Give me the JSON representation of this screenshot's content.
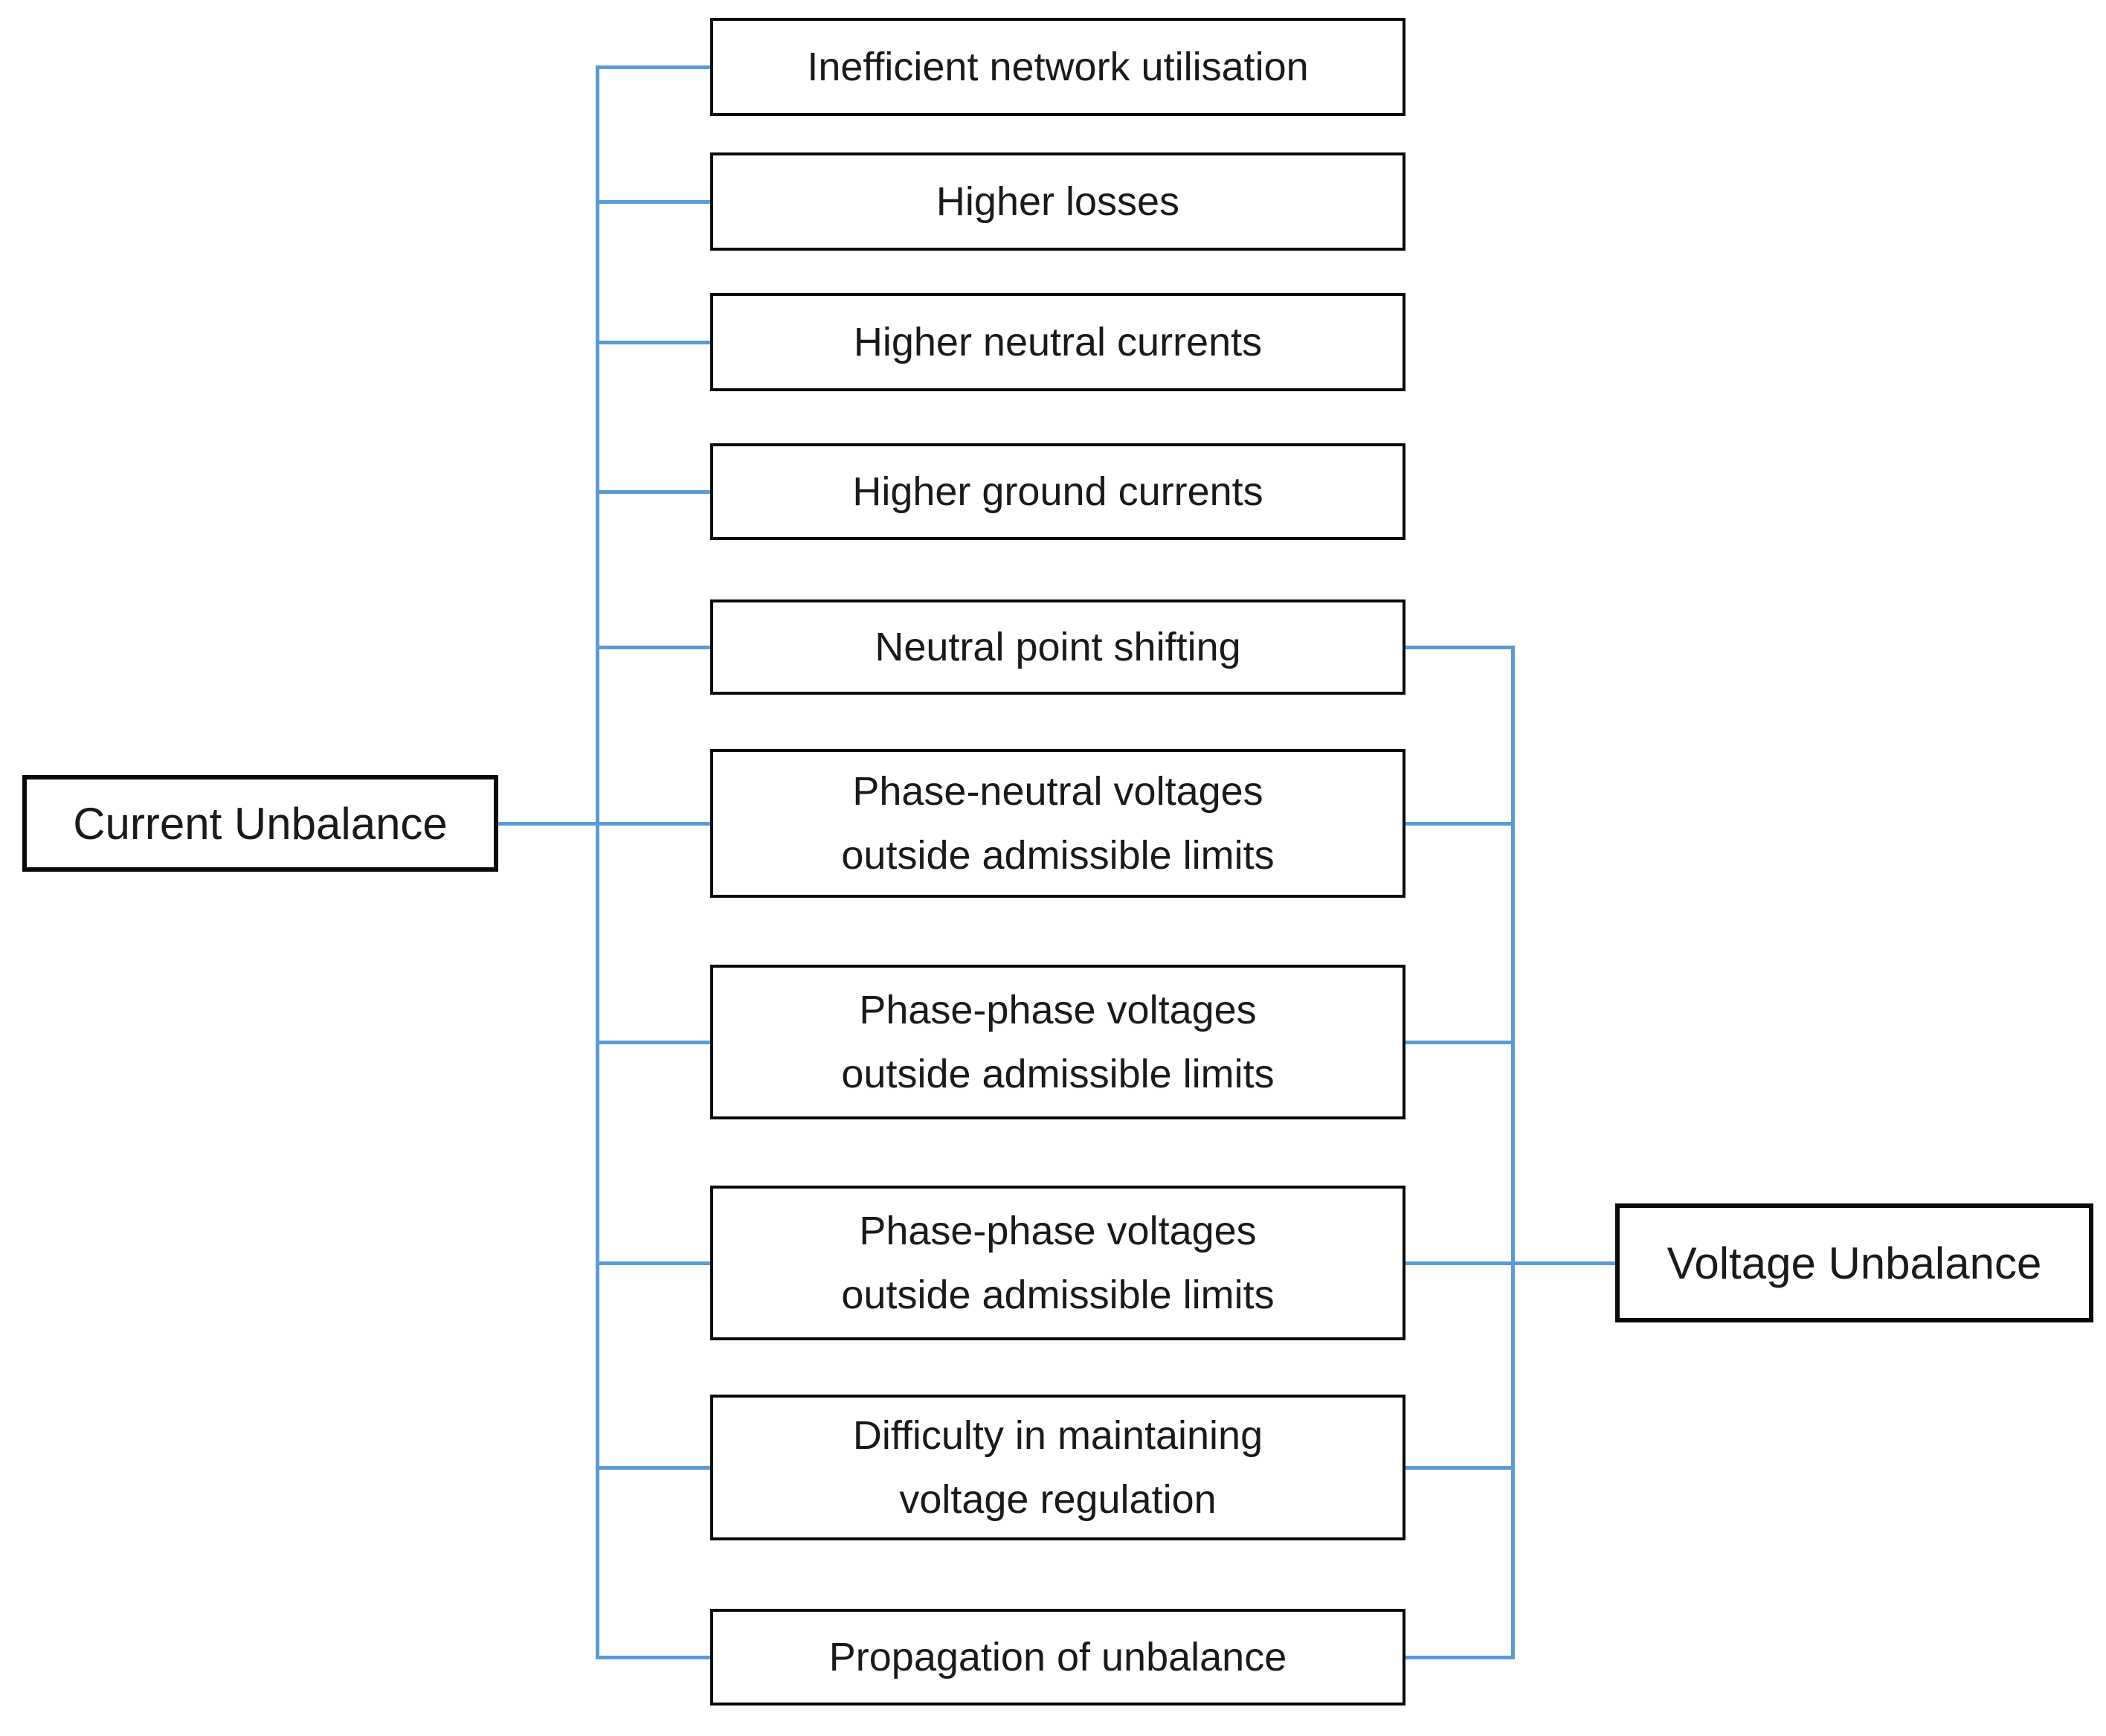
{
  "diagram": {
    "left_node": {
      "label": "Current Unbalance"
    },
    "right_node": {
      "label": "Voltage Unbalance"
    },
    "effects": [
      {
        "label": "Inefficient network utilisation",
        "linked_to": [
          "current_unbalance"
        ]
      },
      {
        "label": "Higher losses",
        "linked_to": [
          "current_unbalance"
        ]
      },
      {
        "label": "Higher neutral currents",
        "linked_to": [
          "current_unbalance"
        ]
      },
      {
        "label": "Higher ground currents",
        "linked_to": [
          "current_unbalance"
        ]
      },
      {
        "label": "Neutral point shifting",
        "linked_to": [
          "current_unbalance",
          "voltage_unbalance"
        ]
      },
      {
        "label": "Phase-neutral voltages\noutside admissible limits",
        "linked_to": [
          "current_unbalance",
          "voltage_unbalance"
        ]
      },
      {
        "label": "Phase-phase voltages\noutside admissible limits",
        "linked_to": [
          "current_unbalance",
          "voltage_unbalance"
        ]
      },
      {
        "label": "Phase-phase voltages\noutside admissible limits",
        "linked_to": [
          "current_unbalance",
          "voltage_unbalance"
        ]
      },
      {
        "label": "Difficulty in maintaining\nvoltage regulation",
        "linked_to": [
          "current_unbalance",
          "voltage_unbalance"
        ]
      },
      {
        "label": "Propagation of unbalance",
        "linked_to": [
          "current_unbalance",
          "voltage_unbalance"
        ]
      }
    ],
    "colors": {
      "connector_blue": "#5B9BD5",
      "box_border": "#0a0a0a",
      "text": "#1a1a1a",
      "background": "#ffffff"
    }
  }
}
